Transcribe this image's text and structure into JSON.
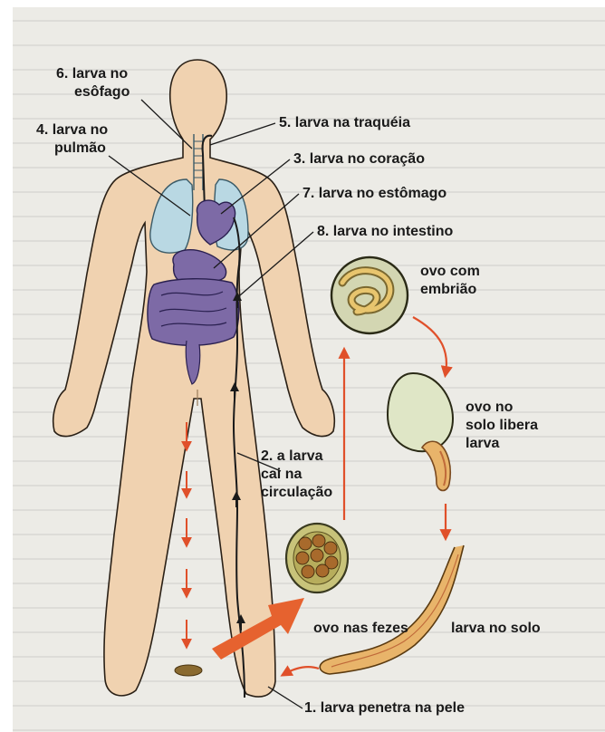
{
  "labels": {
    "esophagus": [
      "6. larva no",
      "esôfago"
    ],
    "lung": [
      "4. larva no",
      "pulmão"
    ],
    "trachea": "5. larva na traquéia",
    "heart": "3. larva no coração",
    "stomach": "7. larva no estômago",
    "intestine": "8. larva no intestino",
    "egg_embryo": [
      "ovo com",
      "embrião"
    ],
    "egg_releases": [
      "ovo no",
      "solo libera",
      "larva"
    ],
    "circulation": [
      "2. a larva",
      "cai na",
      "circulação"
    ],
    "egg_feces": "ovo nas fezes",
    "larva_soil": "larva no solo",
    "skin": "1. larva penetra na pele"
  },
  "icons": [
    "human-body-silhouette",
    "lungs-icon",
    "heart-icon",
    "stomach-icon",
    "intestine-icon",
    "egg-with-embryo-icon",
    "hatching-egg-icon",
    "larva-icon",
    "segmented-egg-icon",
    "feces-icon"
  ],
  "colors": {
    "body": "#f0d2b0",
    "lungs": "#b9d8e3",
    "organs": "#7d6aa6",
    "cycle_arrow": "#e0502a",
    "larva": "#e8b46a",
    "egg_shell": "#7c6a38"
  }
}
